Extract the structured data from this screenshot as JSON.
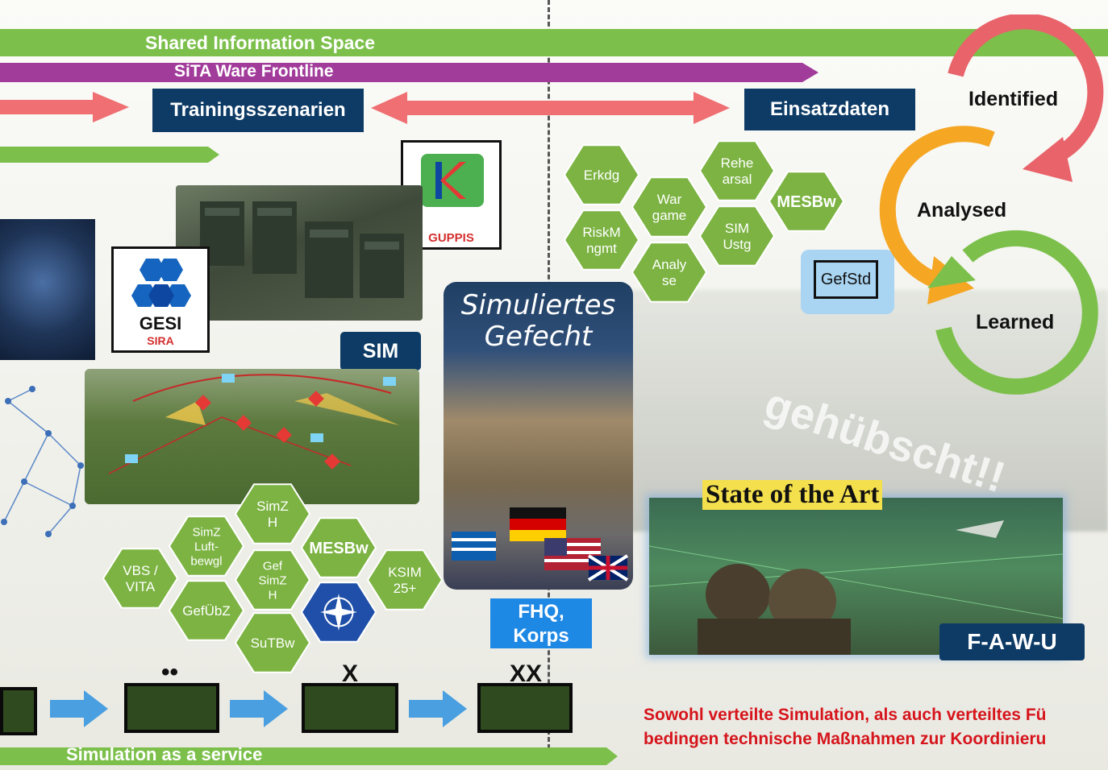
{
  "bands": {
    "shared_info_space": "Shared Information Space",
    "sita_frontline": "SiTA Ware Frontline",
    "simulation_as_service": "Simulation as a service"
  },
  "labels": {
    "trainingsszenarien": "Trainingsszenarien",
    "einsatzdaten": "Einsatzdaten",
    "sim": "SIM",
    "gefstd": "GefStd",
    "fhq": "FHQ,\nKorps",
    "fawu": "F-A-W-U",
    "state_of_art": "State of the Art",
    "simuliertes_gefecht": "Simuliertes\nGefecht",
    "watermark": "gehübscht!!",
    "gesi": "GESI",
    "sira": "SIRA",
    "guppis": "GUPPIS"
  },
  "cycle": {
    "identified": "Identified",
    "analysed": "Analysed",
    "learned": "Learned",
    "colors": {
      "identified": "#e8636a",
      "analysed": "#f5a623",
      "learned": "#7cc04b"
    }
  },
  "hex_top": [
    {
      "key": "erkdg",
      "label": "Erkdg"
    },
    {
      "key": "riskm",
      "label": "RiskM\nngmt"
    },
    {
      "key": "wargame",
      "label": "War\ngame"
    },
    {
      "key": "analyse",
      "label": "Analy\nse"
    },
    {
      "key": "rehearsal",
      "label": "Rehe\narsal"
    },
    {
      "key": "simustg",
      "label": "SIM\nUstg"
    },
    {
      "key": "mesbw_top",
      "label": "MESBw"
    }
  ],
  "hex_bottom": [
    {
      "key": "simzh",
      "label": "SimZ\nH"
    },
    {
      "key": "simzluft",
      "label": "SimZ\nLuft-\nbewgl"
    },
    {
      "key": "mesbw",
      "label": "MESBw"
    },
    {
      "key": "vbs",
      "label": "VBS /\nVITA"
    },
    {
      "key": "gefsimzh",
      "label": "Gef\nSimZ\nH"
    },
    {
      "key": "ksim",
      "label": "KSIM\n25+"
    },
    {
      "key": "gefubz",
      "label": "GefÜbZ"
    },
    {
      "key": "nato",
      "label": ""
    },
    {
      "key": "sutbw",
      "label": "SuTBw"
    }
  ],
  "unit_markers": [
    "••",
    "X",
    "XX"
  ],
  "footer": {
    "line1": "Sowohl verteilte Simulation, als auch verteiltes Fü",
    "line2": "bedingen technische Maßnahmen zur Koordinieru"
  },
  "colors": {
    "green": "#7cc04b",
    "purple": "#a23c9b",
    "salmon": "#ef6f72",
    "navy": "#0d3b66",
    "blue_label": "#1e88e5",
    "hex_green": "#7cb342",
    "red_text": "#d6141b"
  }
}
